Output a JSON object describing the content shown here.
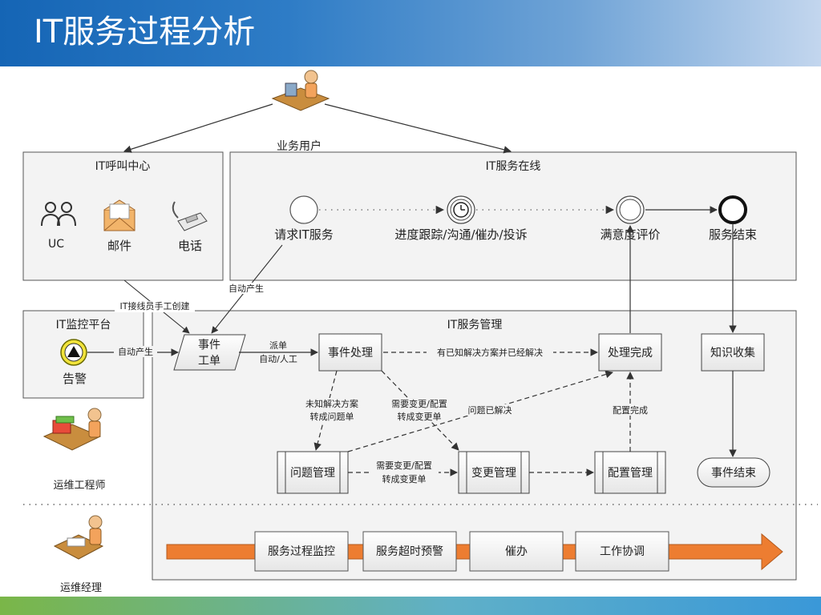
{
  "title": "IT服务过程分析",
  "actors": {
    "business_user": "业务用户",
    "ops_engineer": "运维工程师",
    "ops_manager": "运维经理"
  },
  "call_center": {
    "title": "IT呼叫中心",
    "uc": "UC",
    "mail": "邮件",
    "phone": "电话"
  },
  "service_online": {
    "title": "IT服务在线",
    "request": "请求IT服务",
    "tracking": "进度跟踪/沟通/催办/投诉",
    "satisfaction": "满意度评价",
    "service_end": "服务结束"
  },
  "monitor_platform": {
    "title": "IT监控平台",
    "alarm": "告警"
  },
  "service_mgmt": {
    "title": "IT服务管理",
    "ticket_line1": "事件",
    "ticket_line2": "工单",
    "incident": "事件处理",
    "done": "处理完成",
    "knowledge": "知识收集",
    "problem": "问题管理",
    "change": "变更管理",
    "config": "配置管理",
    "event_end": "事件结束"
  },
  "labels": {
    "auto_generate_1": "自动产生",
    "manual_create": "IT接线员手工创建",
    "auto_generate_2": "自动产生",
    "dispatch_line1": "派单",
    "dispatch_line2": "自动/人工",
    "known_solution": "有已知解决方案并已经解决",
    "unknown_line1": "未知解决方案",
    "unknown_line2": "转成问题单",
    "need_change_line1": "需要变更/配置",
    "need_change_line2": "转成变更单",
    "problem_solved": "问题已解决",
    "config_done": "配置完成",
    "need_change2_line1": "需要变更/配置",
    "need_change2_line2": "转成变更单"
  },
  "bottom_bar": [
    "服务过程监控",
    "服务超时预警",
    "催办",
    "工作协调"
  ],
  "colors": {
    "arrow_orange": "#ed7d31",
    "header_blue": "#1565b5"
  }
}
